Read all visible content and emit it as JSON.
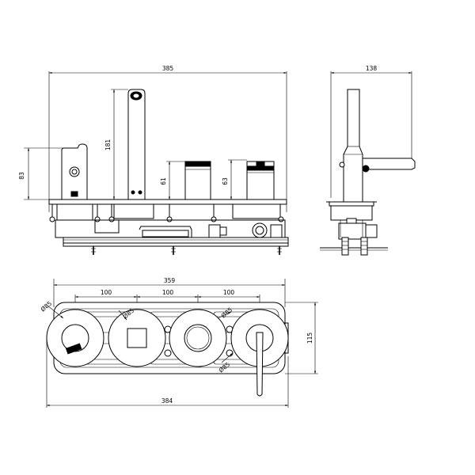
{
  "front_view": {
    "overall_width": "385",
    "spout_height": "181",
    "hand_shower_height": "83",
    "handle_1_height": "61",
    "handle_2_height": "63"
  },
  "side_view": {
    "depth": "138"
  },
  "plan_view": {
    "plate_width": "359",
    "overall_width": "384",
    "plate_height": "115",
    "spacing_1": "100",
    "spacing_2": "100",
    "spacing_3": "100",
    "dia_1": "Ø85",
    "dia_2": "Ø85",
    "dia_3": "Ø85",
    "dia_4": "Ø85"
  }
}
